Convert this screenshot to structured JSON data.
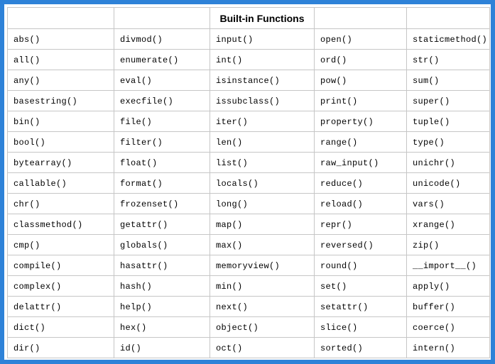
{
  "colors": {
    "frame_blue": "#2e82d8",
    "table_border": "#c6c6c6",
    "cell_text": "#000000"
  },
  "table": {
    "title": "Built-in Functions",
    "header": [
      "",
      "",
      "Built-in Functions",
      "",
      ""
    ],
    "rows": [
      [
        "abs()",
        "divmod()",
        "input()",
        "open()",
        "staticmethod()"
      ],
      [
        "all()",
        "enumerate()",
        "int()",
        "ord()",
        "str()"
      ],
      [
        "any()",
        "eval()",
        "isinstance()",
        "pow()",
        "sum()"
      ],
      [
        "basestring()",
        "execfile()",
        "issubclass()",
        "print()",
        "super()"
      ],
      [
        "bin()",
        "file()",
        "iter()",
        "property()",
        "tuple()"
      ],
      [
        "bool()",
        "filter()",
        "len()",
        "range()",
        "type()"
      ],
      [
        "bytearray()",
        "float()",
        "list()",
        "raw_input()",
        "unichr()"
      ],
      [
        "callable()",
        "format()",
        "locals()",
        "reduce()",
        "unicode()"
      ],
      [
        "chr()",
        "frozenset()",
        "long()",
        "reload()",
        "vars()"
      ],
      [
        "classmethod()",
        "getattr()",
        "map()",
        "repr()",
        "xrange()"
      ],
      [
        "cmp()",
        "globals()",
        "max()",
        "reversed()",
        "zip()"
      ],
      [
        "compile()",
        "hasattr()",
        "memoryview()",
        "round()",
        "__import__()"
      ],
      [
        "complex()",
        "hash()",
        "min()",
        "set()",
        "apply()"
      ],
      [
        "delattr()",
        "help()",
        "next()",
        "setattr()",
        "buffer()"
      ],
      [
        "dict()",
        "hex()",
        "object()",
        "slice()",
        "coerce()"
      ],
      [
        "dir()",
        "id()",
        "oct()",
        "sorted()",
        "intern()"
      ]
    ]
  }
}
